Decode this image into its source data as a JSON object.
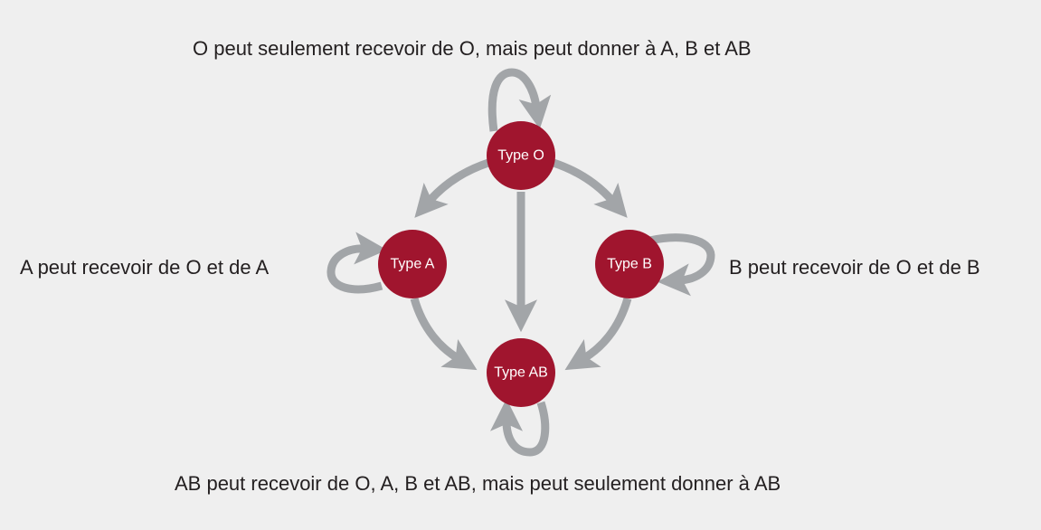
{
  "labels": {
    "top": "O peut seulement recevoir de O, mais peut donner à A, B et AB",
    "left": "A peut recevoir de O et de A",
    "right": "B peut recevoir de O et de B",
    "bottom": "AB peut recevoir de O, A, B et AB, mais peut seulement donner à AB"
  },
  "nodes": {
    "o": "Type O",
    "a": "Type A",
    "b": "Type B",
    "ab": "Type AB"
  },
  "colors": {
    "node": "#a0152e",
    "arrow": "#a2a5a8",
    "background": "#efefef"
  }
}
